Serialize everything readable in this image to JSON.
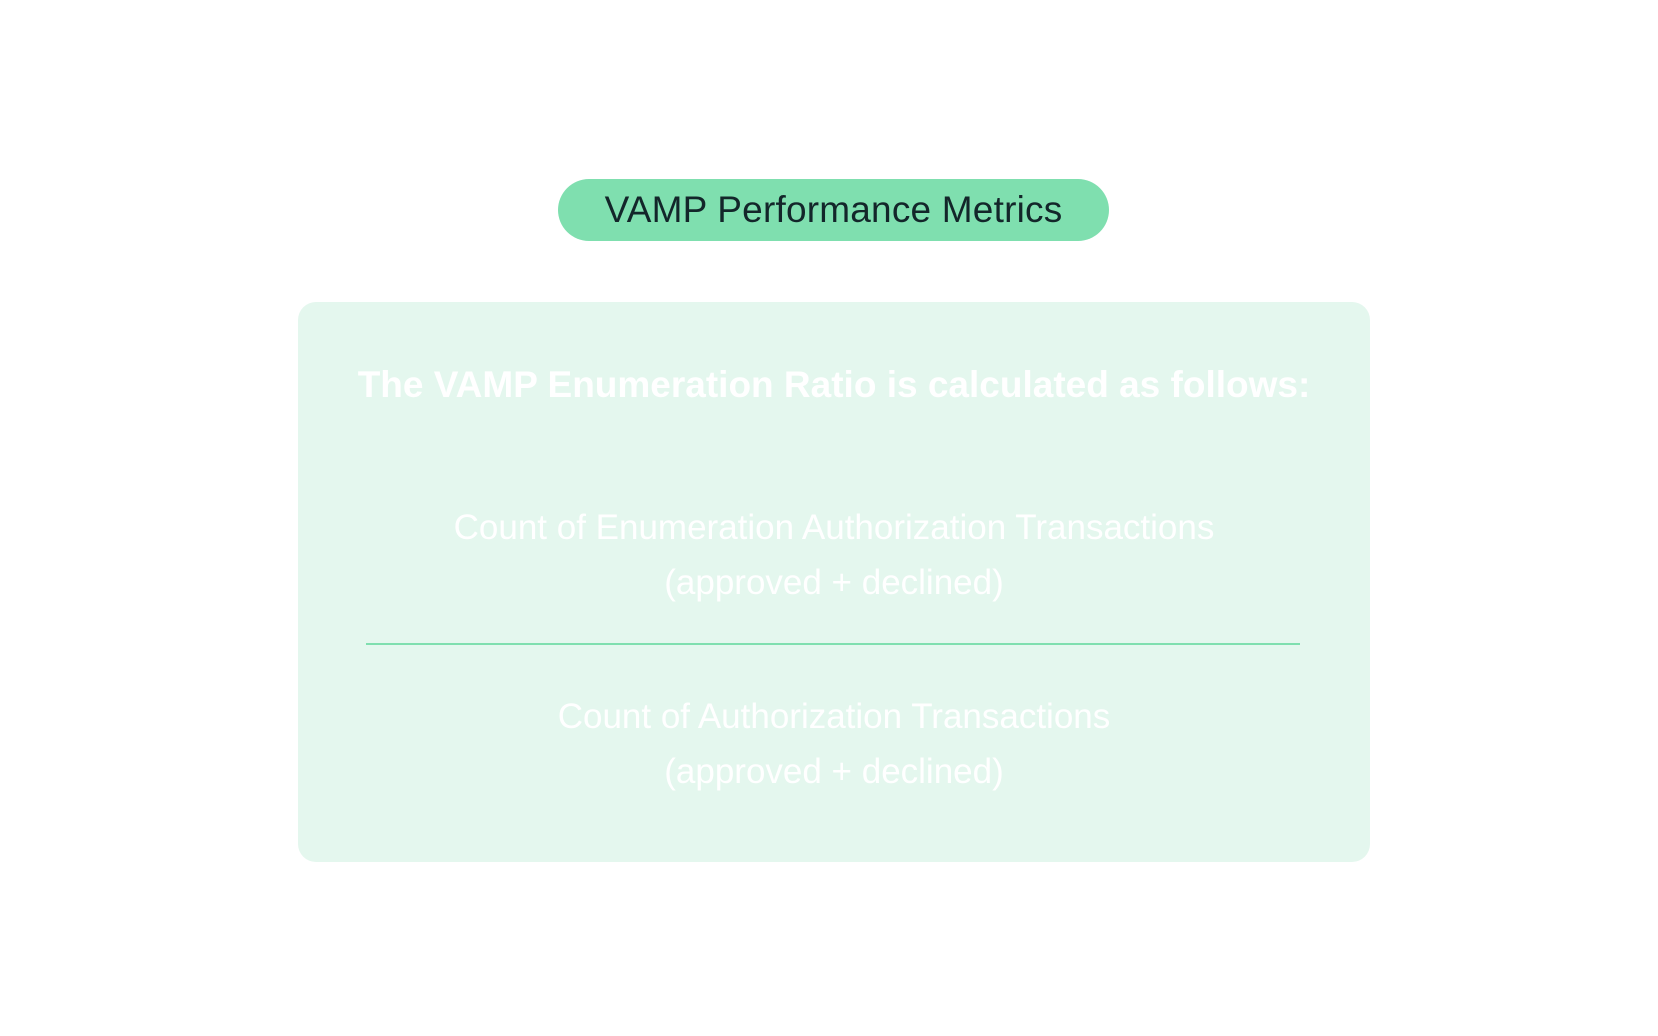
{
  "header": {
    "pill_label": "VAMP Performance Metrics"
  },
  "card": {
    "title": "The VAMP Enumeration Ratio is calculated as follows:",
    "numerator": {
      "line1": "Count of Enumeration Authorization Transactions",
      "line2": "(approved + declined)"
    },
    "denominator": {
      "line1": "Count of Authorization Transactions",
      "line2": "(approved + declined)"
    }
  },
  "colors": {
    "accent": "#7fdfaf",
    "card_background": "#e4f7ee",
    "pill_text": "#13262a",
    "card_text": "#ffffff",
    "page_background": "#ffffff"
  }
}
